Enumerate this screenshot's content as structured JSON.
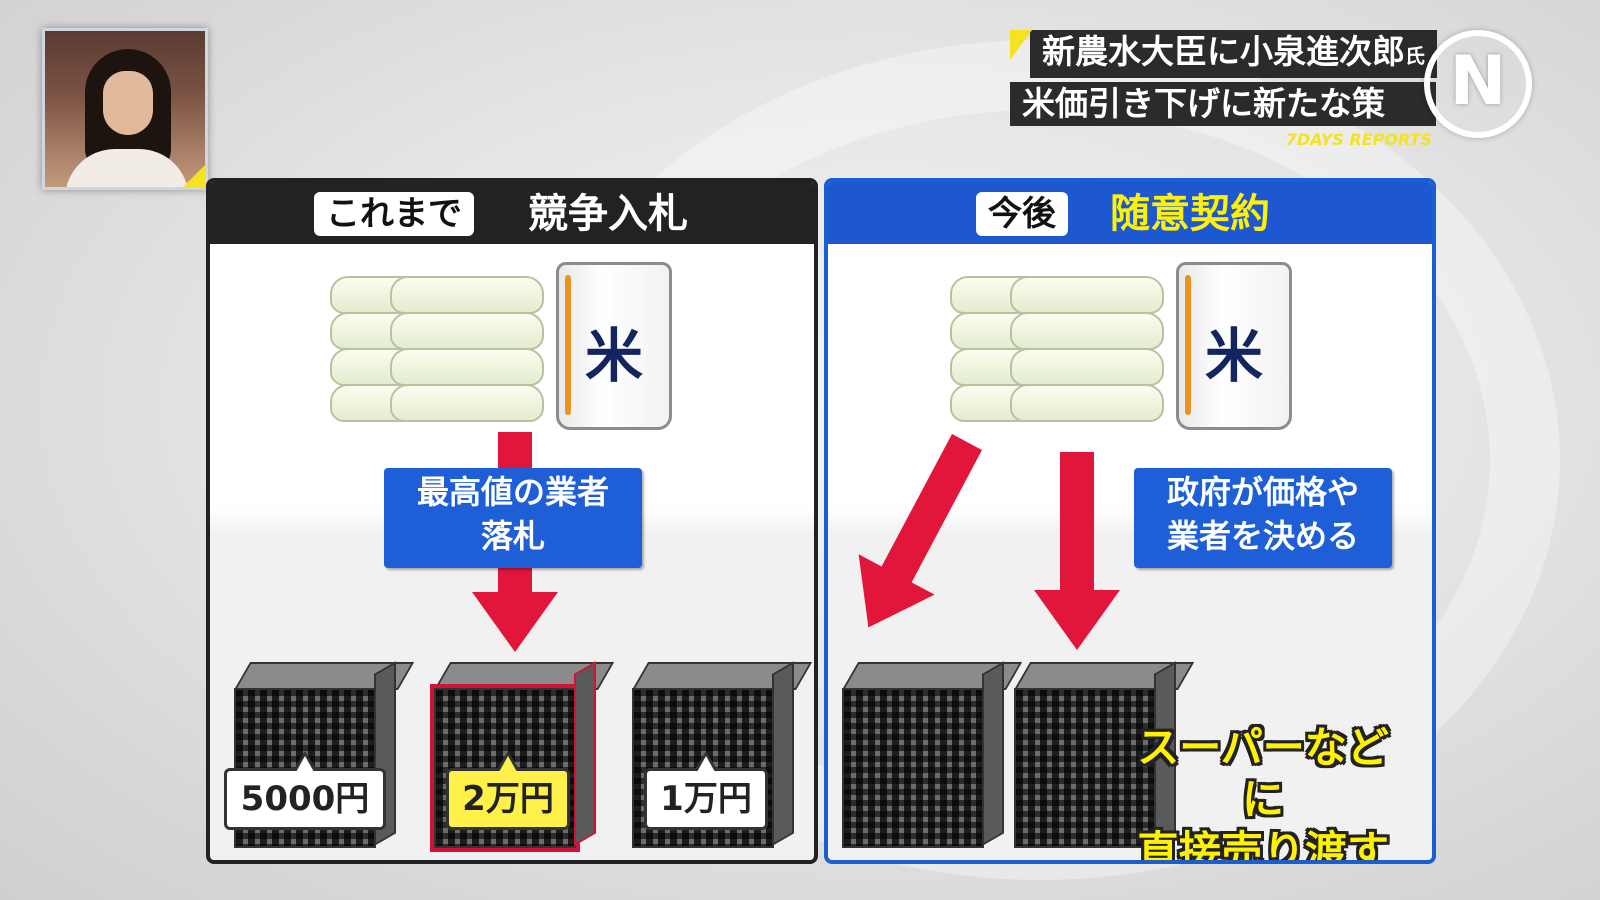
{
  "headline": {
    "line1_main": "新農水大臣に小泉進次郎",
    "line1_suffix": "氏",
    "line2": "米価引き下げに新たな策",
    "program": "7DAYS REPORTS",
    "logo": "N"
  },
  "left_panel": {
    "tag": "これまで",
    "title": "競争入札",
    "bag_label": "米",
    "callout_line1": "最高値の業者",
    "callout_line2": "落札",
    "prices": [
      "5000円",
      "2万円",
      "1万円"
    ],
    "highlighted_price_index": 1
  },
  "right_panel": {
    "tag": "今後",
    "title": "随意契約",
    "bag_label": "米",
    "callout_line1": "政府が価格や",
    "callout_line2": "業者を決める",
    "note_line1": "スーパーなどに",
    "note_line2": "直接売り渡す"
  },
  "colors": {
    "left_header": "#222222",
    "right_header": "#1d58d0",
    "arrow": "#e2153a",
    "callout": "#1e5fd8",
    "highlight": "#fff04a",
    "right_title": "#fff200"
  }
}
